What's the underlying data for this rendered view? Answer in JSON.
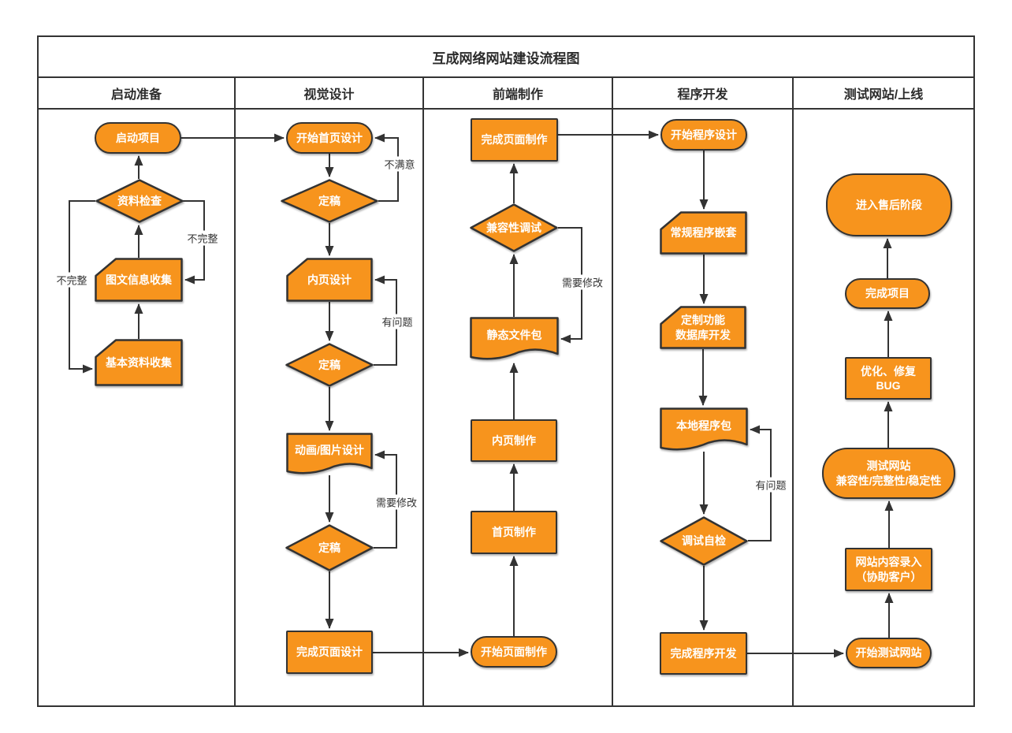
{
  "title": "互成网络网站建设流程图",
  "lanes": [
    {
      "id": "prep",
      "label": "启动准备"
    },
    {
      "id": "visual",
      "label": "视觉设计"
    },
    {
      "id": "front",
      "label": "前端制作"
    },
    {
      "id": "program",
      "label": "程序开发"
    },
    {
      "id": "test",
      "label": "测试网站/上线"
    }
  ],
  "nodes": {
    "start_project": {
      "label": "启动项目",
      "shape": "terminator"
    },
    "data_check": {
      "label": "资料检查",
      "shape": "diamond"
    },
    "info_collect": {
      "label": "图文信息收集",
      "shape": "card"
    },
    "basic_collect": {
      "label": "基本资料收集",
      "shape": "card"
    },
    "start_home_design": {
      "label": "开始首页设计",
      "shape": "terminator"
    },
    "finalize_home": {
      "label": "定稿",
      "shape": "diamond"
    },
    "inner_design": {
      "label": "内页设计",
      "shape": "card"
    },
    "finalize_inner": {
      "label": "定稿",
      "shape": "diamond"
    },
    "anim_design": {
      "label": "动画/图片设计",
      "shape": "document"
    },
    "finalize_anim": {
      "label": "定稿",
      "shape": "diamond"
    },
    "finish_design": {
      "label": "完成页面设计",
      "shape": "rectangle"
    },
    "finish_make": {
      "label": "完成页面制作",
      "shape": "rectangle"
    },
    "compat_debug": {
      "label": "兼容性调试",
      "shape": "diamond"
    },
    "static_pack": {
      "label": "静态文件包",
      "shape": "document"
    },
    "inner_make": {
      "label": "内页制作",
      "shape": "rectangle"
    },
    "home_make": {
      "label": "首页制作",
      "shape": "rectangle"
    },
    "start_make": {
      "label": "开始页面制作",
      "shape": "terminator"
    },
    "start_program": {
      "label": "开始程序设计",
      "shape": "terminator"
    },
    "normal_embed": {
      "label": "常规程序嵌套",
      "shape": "card"
    },
    "custom_db": {
      "label": "定制功能\n数据库开发",
      "shape": "card"
    },
    "local_pack": {
      "label": "本地程序包",
      "shape": "document"
    },
    "self_test": {
      "label": "调试自检",
      "shape": "diamond"
    },
    "finish_program": {
      "label": "完成程序开发",
      "shape": "rectangle"
    },
    "after_sale": {
      "label": "进入售后阶段",
      "shape": "terminator"
    },
    "finish_project": {
      "label": "完成项目",
      "shape": "terminator"
    },
    "fix_bug": {
      "label": "优化、修复\nBUG",
      "shape": "rectangle"
    },
    "test_site": {
      "label": "测试网站\n兼容性/完整性/稳定性",
      "shape": "terminator"
    },
    "content_entry": {
      "label": "网站内容录入\n（协助客户）",
      "shape": "rectangle"
    },
    "start_test": {
      "label": "开始测试网站",
      "shape": "terminator"
    }
  },
  "edge_labels": {
    "incomplete_left": "不完整",
    "incomplete_right": "不完整",
    "unsatisfied": "不满意",
    "has_problem_visual": "有问题",
    "need_modify_visual": "需要修改",
    "need_modify_front": "需要修改",
    "has_problem_program": "有问题"
  },
  "colors": {
    "shape_fill": "#F7941D",
    "shape_stroke": "#333333",
    "connector": "#333333",
    "text_on_shape": "#FFFFFF",
    "frame": "#333333",
    "background": "#FFFFFF"
  }
}
